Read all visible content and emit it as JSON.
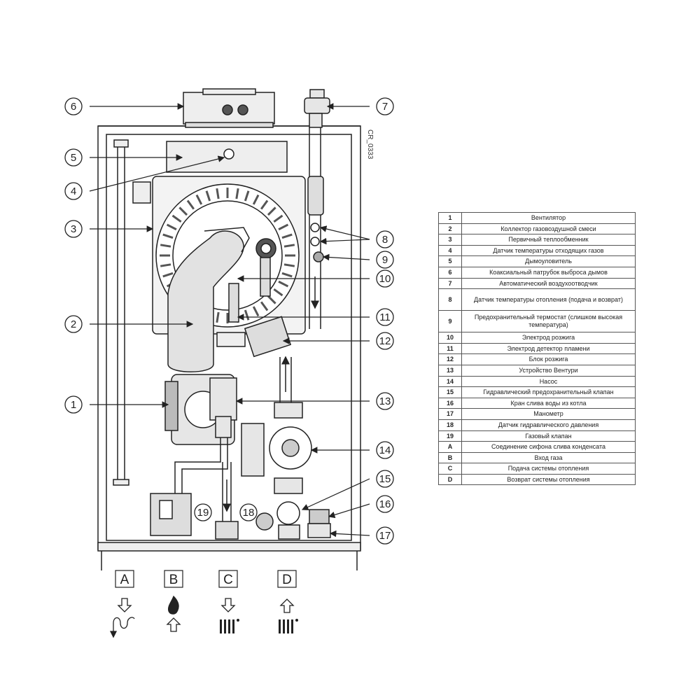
{
  "drawing_id": "CR_0333",
  "callouts": [
    "1",
    "2",
    "3",
    "4",
    "5",
    "6",
    "7",
    "8",
    "9",
    "10",
    "11",
    "12",
    "13",
    "14",
    "15",
    "16",
    "17",
    "18",
    "19"
  ],
  "ports": [
    {
      "key": "A",
      "icon": "condensate-drain-icon"
    },
    {
      "key": "B",
      "icon": "gas-flame-icon"
    },
    {
      "key": "C",
      "icon": "heating-flow-icon"
    },
    {
      "key": "D",
      "icon": "heating-return-icon"
    }
  ],
  "legend": [
    {
      "key": "1",
      "desc": "Вентилятор"
    },
    {
      "key": "2",
      "desc": "Коллектор газовоздушной смеси"
    },
    {
      "key": "3",
      "desc": "Первичный теплообменник"
    },
    {
      "key": "4",
      "desc": "Датчик температуры отходящих газов"
    },
    {
      "key": "5",
      "desc": "Дымоуловитель"
    },
    {
      "key": "6",
      "desc": "Коаксиальный патрубок выброса дымов"
    },
    {
      "key": "7",
      "desc": "Автоматический воздухоотводчик"
    },
    {
      "key": "8",
      "desc": "Датчик температуры отопления (подача и возврат)"
    },
    {
      "key": "9",
      "desc": "Предохранительный термостат (слишком высокая температура)"
    },
    {
      "key": "10",
      "desc": "Электрод розжига"
    },
    {
      "key": "11",
      "desc": "Электрод детектор пламени"
    },
    {
      "key": "12",
      "desc": "Блок розжига"
    },
    {
      "key": "13",
      "desc": "Устройство Вентури"
    },
    {
      "key": "14",
      "desc": "Насос"
    },
    {
      "key": "15",
      "desc": "Гидравлический предохранительный клапан"
    },
    {
      "key": "16",
      "desc": "Кран слива воды из котла"
    },
    {
      "key": "17",
      "desc": "Манометр"
    },
    {
      "key": "18",
      "desc": "Датчик гидравлического давления"
    },
    {
      "key": "19",
      "desc": "Газовый клапан"
    },
    {
      "key": "A",
      "desc": "Соединение сифона слива конденсата"
    },
    {
      "key": "B",
      "desc": "Вход газа"
    },
    {
      "key": "C",
      "desc": "Подача системы отопления"
    },
    {
      "key": "D",
      "desc": "Возврат системы отопления"
    }
  ],
  "colors": {
    "line": "#222222",
    "fill": "#e6e6e6",
    "dark": "#555555"
  }
}
